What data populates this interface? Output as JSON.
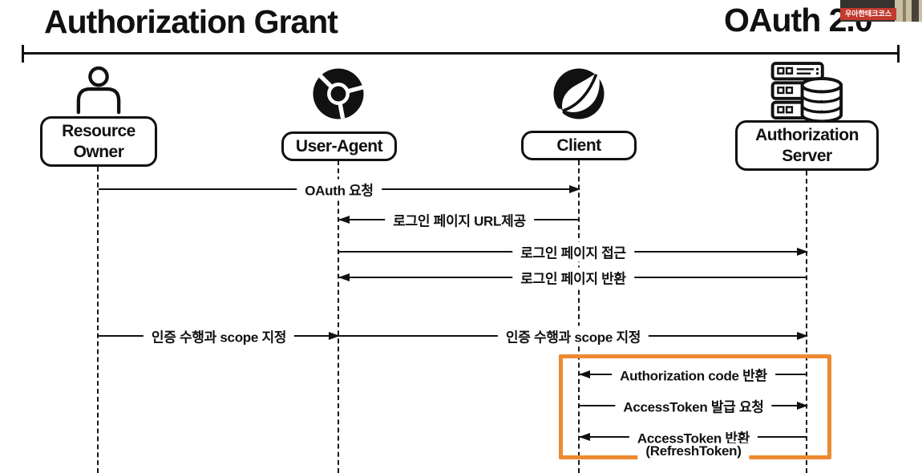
{
  "colors": {
    "ink": "#111111",
    "accent_orange": "#EE8A31",
    "badge_red": "#C23A2E"
  },
  "header": {
    "title_left": "Authorization Grant",
    "title_right": "OAuth 2.0",
    "overlay_badge": "우아한테크코스"
  },
  "actors": [
    {
      "label": "Resource\nOwner",
      "icon": "person-icon"
    },
    {
      "label": "User-Agent",
      "icon": "chrome-browser-icon"
    },
    {
      "label": "Client",
      "icon": "spring-leaf-icon"
    },
    {
      "label": "Authorization\nServer",
      "icon": "server-database-icon"
    }
  ],
  "messages": [
    {
      "label": "OAuth 요청",
      "from": "Resource Owner",
      "to": "Client",
      "direction": "right"
    },
    {
      "label": "로그인 페이지 URL제공",
      "from": "Client",
      "to": "User-Agent",
      "direction": "left"
    },
    {
      "label": "로그인 페이지 접근",
      "from": "User-Agent",
      "to": "Authorization Server",
      "direction": "right"
    },
    {
      "label": "로그인 페이지 반환",
      "from": "Authorization Server",
      "to": "User-Agent",
      "direction": "left"
    },
    {
      "label": "인증 수행과 scope 지정",
      "from": "Resource Owner",
      "to": "User-Agent",
      "direction": "right"
    },
    {
      "label": "인증 수행과 scope 지정",
      "from": "User-Agent",
      "to": "Authorization Server",
      "direction": "right"
    },
    {
      "label": "Authorization code 반환",
      "from": "Authorization Server",
      "to": "Client",
      "direction": "left",
      "highlighted": true
    },
    {
      "label": "AccessToken 발급 요청",
      "from": "Client",
      "to": "Authorization Server",
      "direction": "right",
      "highlighted": true
    },
    {
      "label": "AccessToken 반환",
      "label2": "(RefreshToken)",
      "from": "Authorization Server",
      "to": "Client",
      "direction": "left",
      "highlighted": true
    }
  ]
}
